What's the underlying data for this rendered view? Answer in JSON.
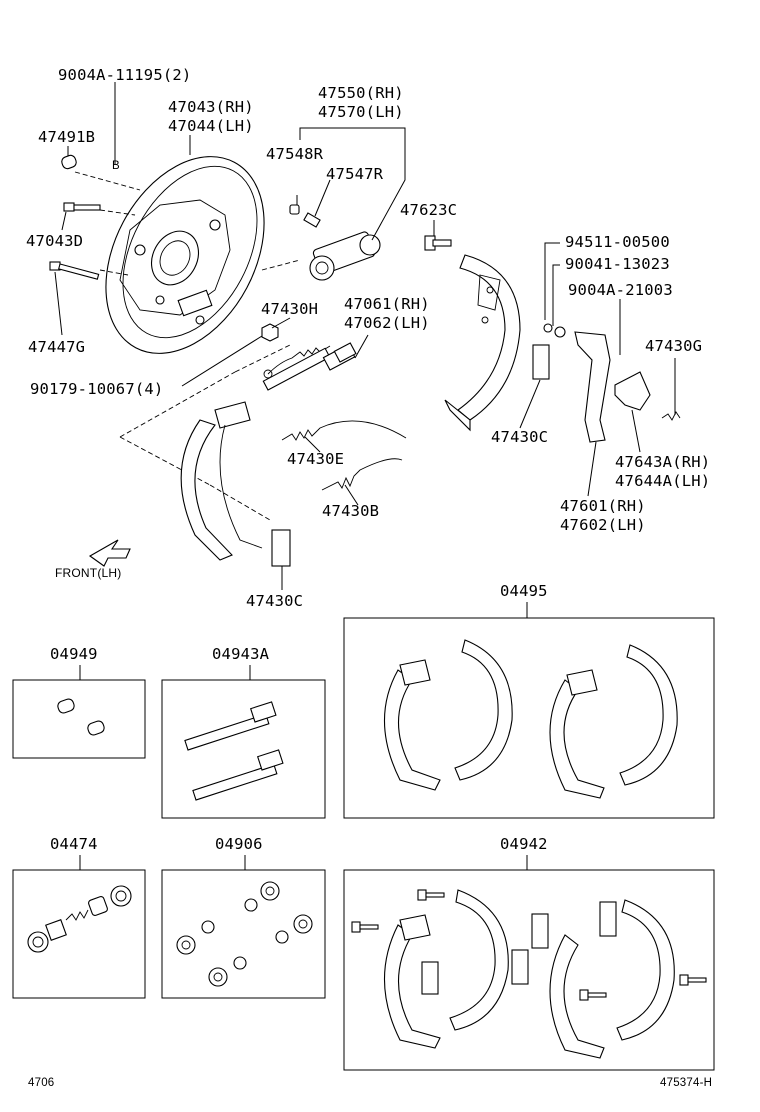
{
  "labels": {
    "p9004a_11195": "9004A-11195(2)",
    "p47043": "47043(RH)",
    "p47044": "47044(LH)",
    "p47491b": "47491B",
    "p47043d": "47043D",
    "p47447g": "47447G",
    "p47550": "47550(RH)",
    "p47570": "47570(LH)",
    "p47548r": "47548R",
    "p47547r": "47547R",
    "p47623c": "47623C",
    "p94511": "94511-00500",
    "p90041": "90041-13023",
    "p9004a_21003": "9004A-21003",
    "p47430g": "47430G",
    "p47430h": "47430H",
    "p47061": "47061(RH)",
    "p47062": "47062(LH)",
    "p90179": "90179-10067(4)",
    "p47430c_mid": "47430C",
    "p47430e": "47430E",
    "p47430b": "47430B",
    "p47643a": "47643A(RH)",
    "p47644a": "47644A(LH)",
    "p47601": "47601(RH)",
    "p47602": "47602(LH)",
    "p47430c_low": "47430C",
    "front_lh": "FRONT(LH)",
    "marker_b": "B"
  },
  "kits": {
    "k04495": "04495",
    "k04949": "04949",
    "k04943a": "04943A",
    "k04474": "04474",
    "k04906": "04906",
    "k04942": "04942"
  },
  "footer": {
    "left_code": "4706",
    "right_code": "475374-H"
  }
}
